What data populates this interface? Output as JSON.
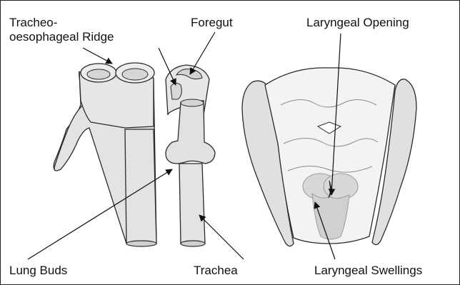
{
  "labels": {
    "tracheo_line1": "Tracheo-",
    "tracheo_line2": "oesophageal Ridge",
    "foregut": "Foregut",
    "laryngeal_opening": "Laryngeal Opening",
    "lung_buds": "Lung Buds",
    "trachea": "Trachea",
    "laryngeal_swellings": "Laryngeal Swellings"
  },
  "colors": {
    "fill": "#e3e3e3",
    "fill_dark": "#cfcfcf",
    "stroke": "#2a2a2a",
    "line": "#111111"
  }
}
